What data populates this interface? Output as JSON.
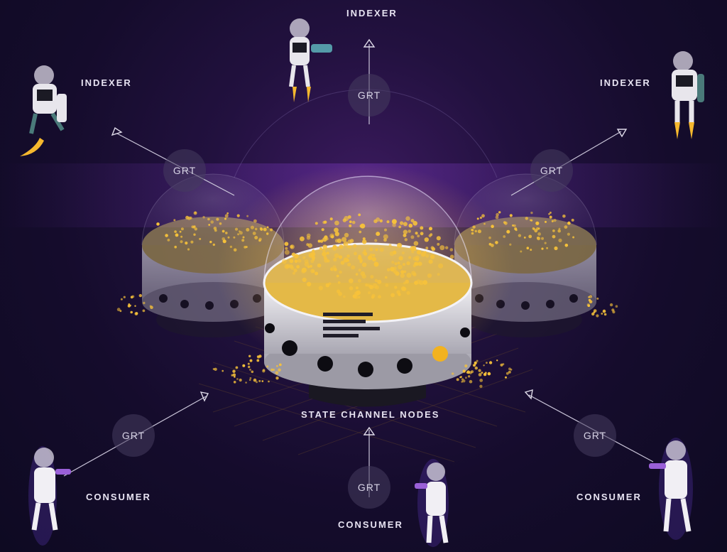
{
  "labels": {
    "indexer_top": "INDEXER",
    "indexer_left": "INDEXER",
    "indexer_right": "INDEXER",
    "consumer_left": "CONSUMER",
    "consumer_bottom": "CONSUMER",
    "consumer_right": "CONSUMER",
    "state_channel_nodes": "STATE CHANNEL NODES"
  },
  "grt_label": "GRT",
  "colors": {
    "background": "#150c2c",
    "gold": "#f5b82e",
    "line": "#c9c4d8",
    "node_silver": "#d9d7de"
  }
}
